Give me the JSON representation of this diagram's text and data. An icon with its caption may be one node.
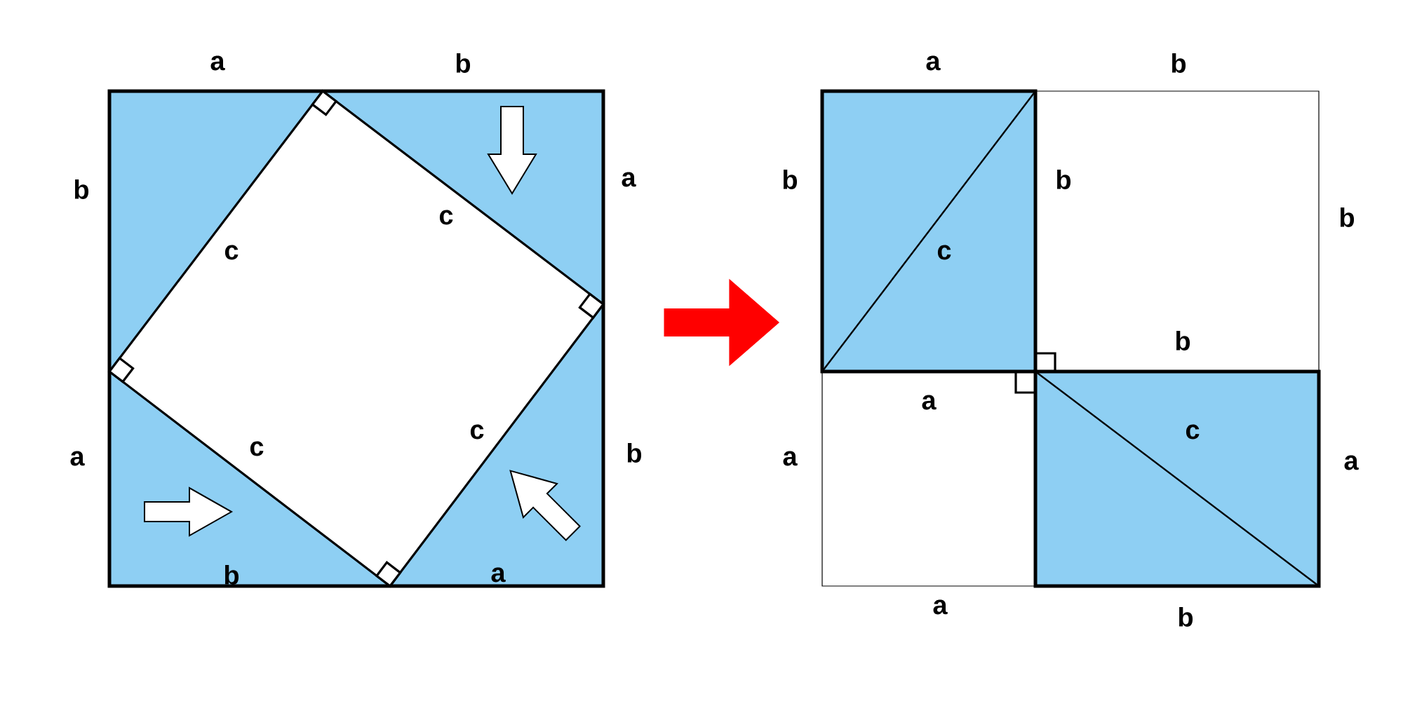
{
  "diagram": {
    "nodes": [
      {
        "text": [],
        "shape": "box"
      },
      {
        "text": [],
        "shape": "box"
      }
    ],
    "edges": [
      {
        "from": 0,
        "to": 1,
        "arrow": "to"
      }
    ],
    "labels": [
      "a",
      "b",
      "b",
      "a",
      "c",
      "c",
      "c",
      "a",
      "c",
      "b",
      "b",
      "a",
      "a",
      "b",
      "b",
      "b",
      "b",
      "c",
      "b",
      "a",
      "c",
      "a",
      "a",
      "a",
      "b"
    ]
  }
}
